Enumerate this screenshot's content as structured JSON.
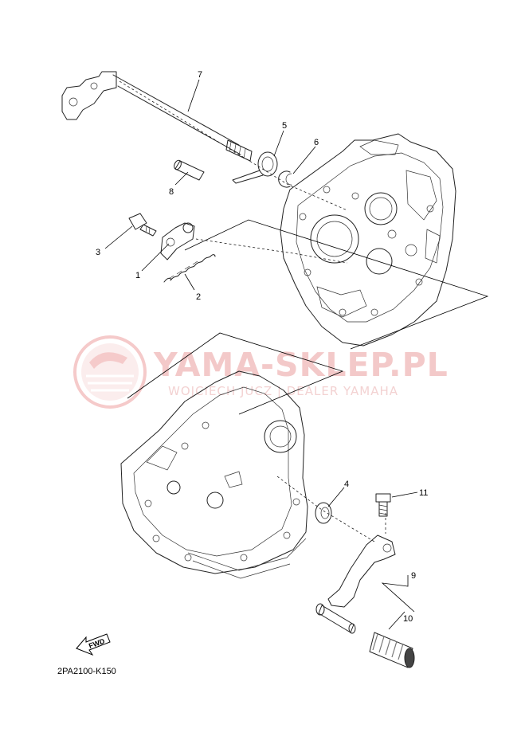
{
  "diagram_code": "2PA2100-K150",
  "fwd_label": "FWD",
  "watermark": {
    "title": "YAMA-SKLEP.PL",
    "subtitle": "WOJCIECH JUCZ | DEALER YAMAHA",
    "color": "#e46a6a"
  },
  "callouts": [
    "1",
    "2",
    "3",
    "4",
    "5",
    "6",
    "7",
    "8",
    "9",
    "10",
    "11"
  ]
}
